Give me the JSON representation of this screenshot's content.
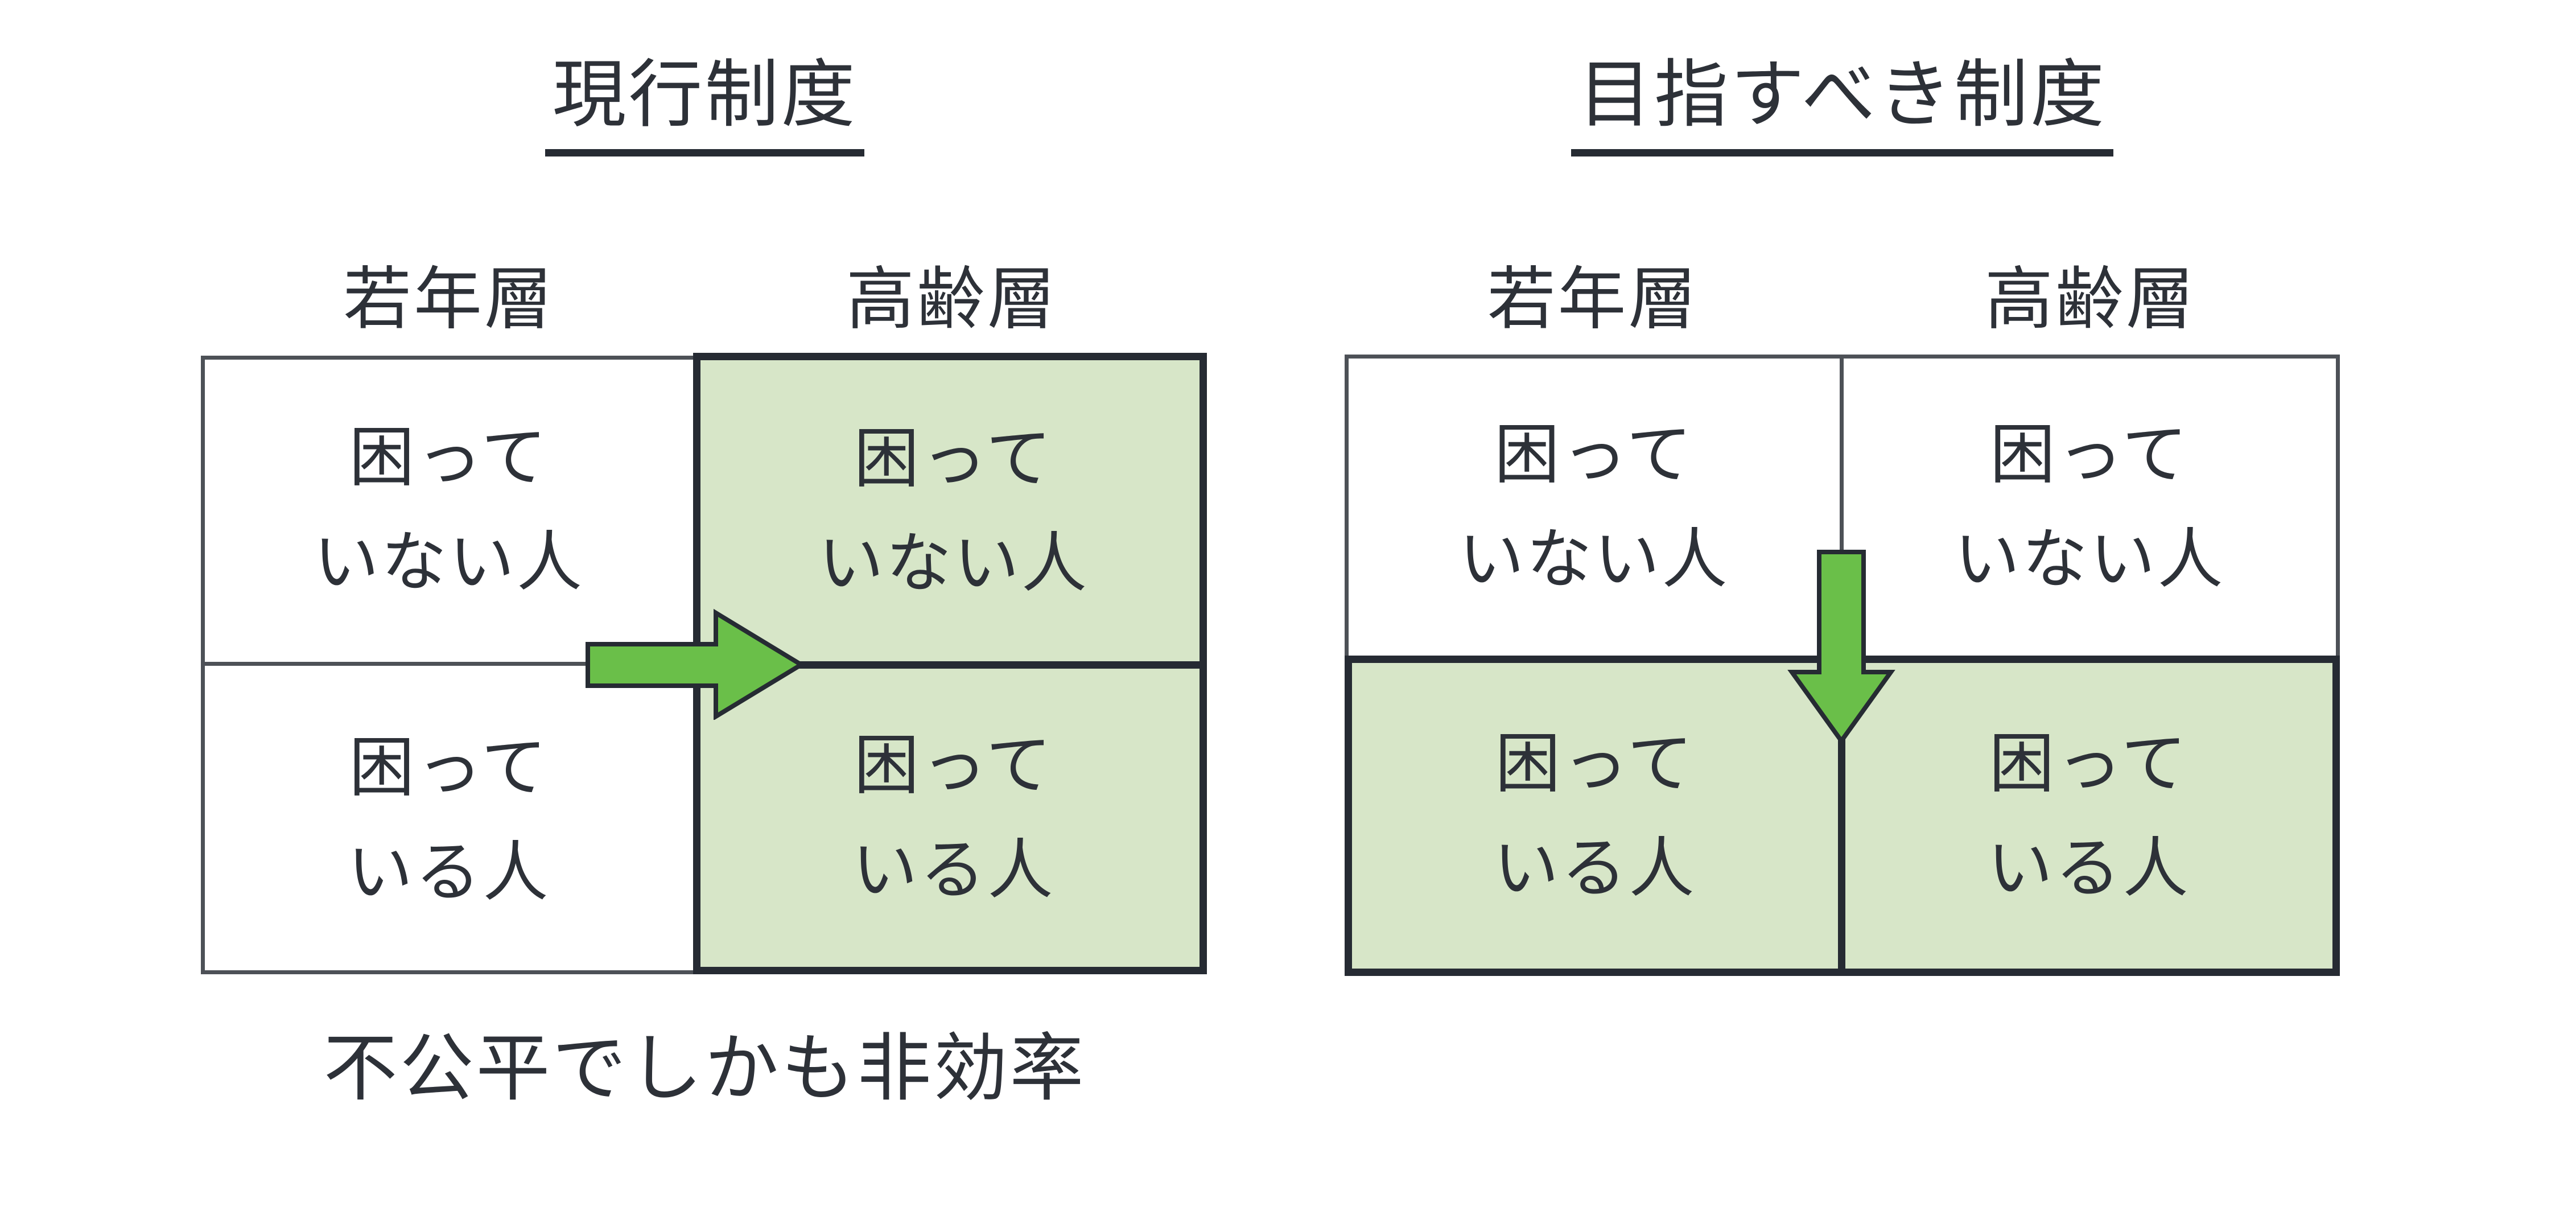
{
  "diagram": {
    "left_panel": {
      "title": "現行制度",
      "headers": [
        "若年層",
        "高齢層"
      ],
      "cells": {
        "top_left": "困って\nいない人",
        "top_right": "困って\nいない人",
        "bottom_left": "困って\nいる人",
        "bottom_right": "困って\nいる人"
      },
      "caption": "不公平でしかも非効率",
      "arrow_direction": "right"
    },
    "right_panel": {
      "title": "目指すべき制度",
      "headers": [
        "若年層",
        "高齢層"
      ],
      "cells": {
        "top_left": "困って\nいない人",
        "top_right": "困って\nいない人",
        "bottom_left": "困って\nいる人",
        "bottom_right": "困って\nいる人"
      },
      "arrow_direction": "down"
    },
    "colors": {
      "background": "#ffffff",
      "highlight_green": "#d7e6c8",
      "arrow_green": "#6abf49",
      "border_dark": "#262b33",
      "border_thin": "#4d5157",
      "text": "#2d3138"
    }
  }
}
